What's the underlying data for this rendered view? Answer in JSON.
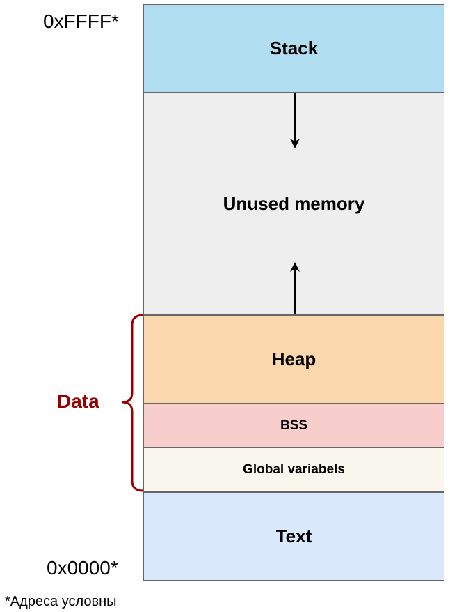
{
  "addresses": {
    "top": "0xFFFF*",
    "bottom": "0x0000*"
  },
  "segments": [
    {
      "id": "stack",
      "label": "Stack",
      "color": "#b1ddf0"
    },
    {
      "id": "unused",
      "label": "Unused memory",
      "color": "#eeeeee"
    },
    {
      "id": "heap",
      "label": "Heap",
      "color": "#fad7ac"
    },
    {
      "id": "bss",
      "label": "BSS",
      "color": "#f8cecc"
    },
    {
      "id": "globals",
      "label": "Global variabels",
      "color": "#f9f7ed"
    },
    {
      "id": "text",
      "label": "Text",
      "color": "#dae8fc"
    }
  ],
  "group": {
    "label": "Data",
    "color": "#990000"
  },
  "footnote": "*Адреса условны"
}
